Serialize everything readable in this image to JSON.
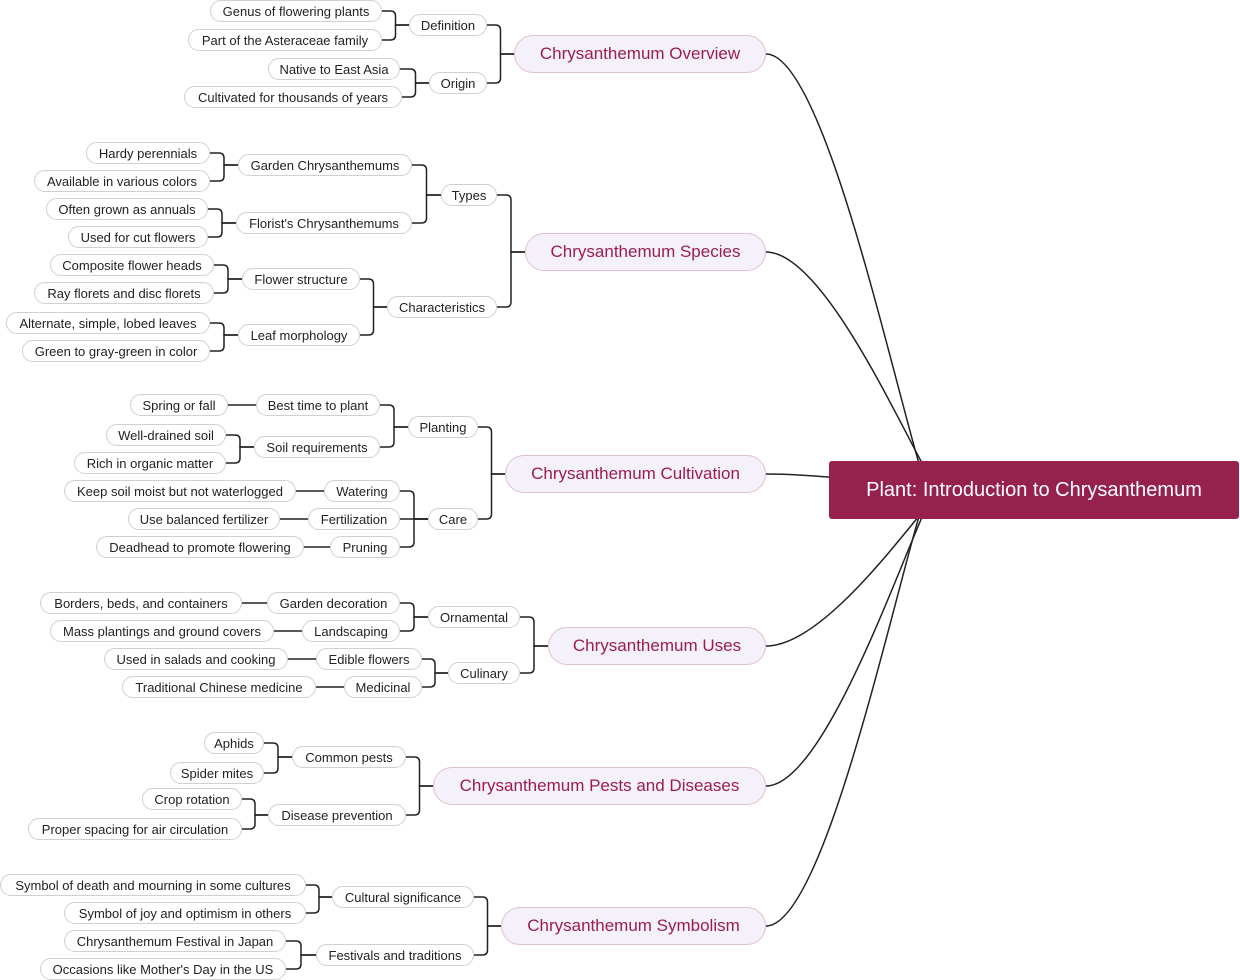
{
  "root": {
    "label": "Plant: Introduction to Chrysanthemum"
  },
  "branches": [
    {
      "label": "Chrysanthemum Overview",
      "groups": [
        {
          "label": "Definition",
          "items": [
            {
              "label": "Genus of flowering plants"
            },
            {
              "label": "Part of the Asteraceae family"
            }
          ]
        },
        {
          "label": "Origin",
          "items": [
            {
              "label": "Native to East Asia"
            },
            {
              "label": "Cultivated for thousands of years"
            }
          ]
        }
      ]
    },
    {
      "label": "Chrysanthemum Species",
      "groups": [
        {
          "label": "Types",
          "subgroups": [
            {
              "label": "Garden Chrysanthemums",
              "items": [
                {
                  "label": "Hardy perennials"
                },
                {
                  "label": "Available in various colors"
                }
              ]
            },
            {
              "label": "Florist's Chrysanthemums",
              "items": [
                {
                  "label": "Often grown as annuals"
                },
                {
                  "label": "Used for cut flowers"
                }
              ]
            }
          ]
        },
        {
          "label": "Characteristics",
          "subgroups": [
            {
              "label": "Flower structure",
              "items": [
                {
                  "label": "Composite flower heads"
                },
                {
                  "label": "Ray florets and disc florets"
                }
              ]
            },
            {
              "label": "Leaf morphology",
              "items": [
                {
                  "label": "Alternate, simple, lobed leaves"
                },
                {
                  "label": "Green to gray-green in color"
                }
              ]
            }
          ]
        }
      ]
    },
    {
      "label": "Chrysanthemum Cultivation",
      "groups": [
        {
          "label": "Planting",
          "subgroups": [
            {
              "label": "Best time to plant",
              "items": [
                {
                  "label": "Spring or fall"
                }
              ]
            },
            {
              "label": "Soil requirements",
              "items": [
                {
                  "label": "Well-drained soil"
                },
                {
                  "label": "Rich in organic matter"
                }
              ]
            }
          ]
        },
        {
          "label": "Care",
          "subgroups": [
            {
              "label": "Watering",
              "items": [
                {
                  "label": "Keep soil moist but not waterlogged"
                }
              ]
            },
            {
              "label": "Fertilization",
              "items": [
                {
                  "label": "Use balanced fertilizer"
                }
              ]
            },
            {
              "label": "Pruning",
              "items": [
                {
                  "label": "Deadhead to promote flowering"
                }
              ]
            }
          ]
        }
      ]
    },
    {
      "label": "Chrysanthemum Uses",
      "groups": [
        {
          "label": "Ornamental",
          "subgroups": [
            {
              "label": "Garden decoration",
              "items": [
                {
                  "label": "Borders, beds, and containers"
                }
              ]
            },
            {
              "label": "Landscaping",
              "items": [
                {
                  "label": "Mass plantings and ground covers"
                }
              ]
            }
          ]
        },
        {
          "label": "Culinary",
          "subgroups": [
            {
              "label": "Edible flowers",
              "items": [
                {
                  "label": "Used in salads and cooking"
                }
              ]
            },
            {
              "label": "Medicinal",
              "items": [
                {
                  "label": "Traditional Chinese medicine"
                }
              ]
            }
          ]
        }
      ]
    },
    {
      "label": "Chrysanthemum Pests and Diseases",
      "groups": [
        {
          "label": "Common pests",
          "items": [
            {
              "label": "Aphids"
            },
            {
              "label": "Spider mites"
            }
          ]
        },
        {
          "label": "Disease prevention",
          "items": [
            {
              "label": "Crop rotation"
            },
            {
              "label": "Proper spacing for air circulation"
            }
          ]
        }
      ]
    },
    {
      "label": "Chrysanthemum Symbolism",
      "groups": [
        {
          "label": "Cultural significance",
          "items": [
            {
              "label": "Symbol of death and mourning in some cultures"
            },
            {
              "label": "Symbol of joy and optimism in others"
            }
          ]
        },
        {
          "label": "Festivals and traditions",
          "items": [
            {
              "label": "Chrysanthemum Festival in Japan"
            },
            {
              "label": "Occasions like Mother's Day in the US"
            }
          ]
        }
      ]
    }
  ]
}
